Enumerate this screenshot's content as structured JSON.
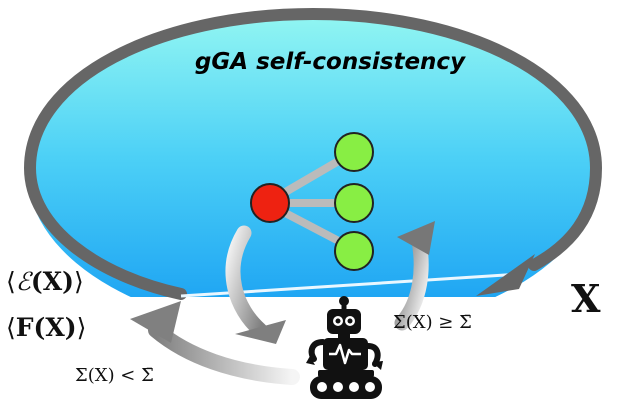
{
  "title": "gGA self-consistency",
  "left_labels": {
    "energy_open": "⟨",
    "energy_symbol": "ℰ",
    "energy_arg": "(X)",
    "energy_close": "⟩",
    "force_open": "⟨",
    "force_symbol": "F",
    "force_arg": "(X)",
    "force_close": "⟩"
  },
  "right_label": "X",
  "condition_right": "Σ(X) ≥ Σ̄",
  "condition_bottom": "Σ(X) < Σ̄",
  "colors": {
    "ellipse_top": "#8ff4f0",
    "ellipse_bottom": "#1aa0f0",
    "ellipse_border": "#666666",
    "node_red": "#ee2211",
    "node_green": "#88ee44",
    "edge": "#bbbbbb",
    "arrow": "#888888",
    "robot": "#111111"
  },
  "icons": [
    "neural-network-icon",
    "robot-icon"
  ]
}
